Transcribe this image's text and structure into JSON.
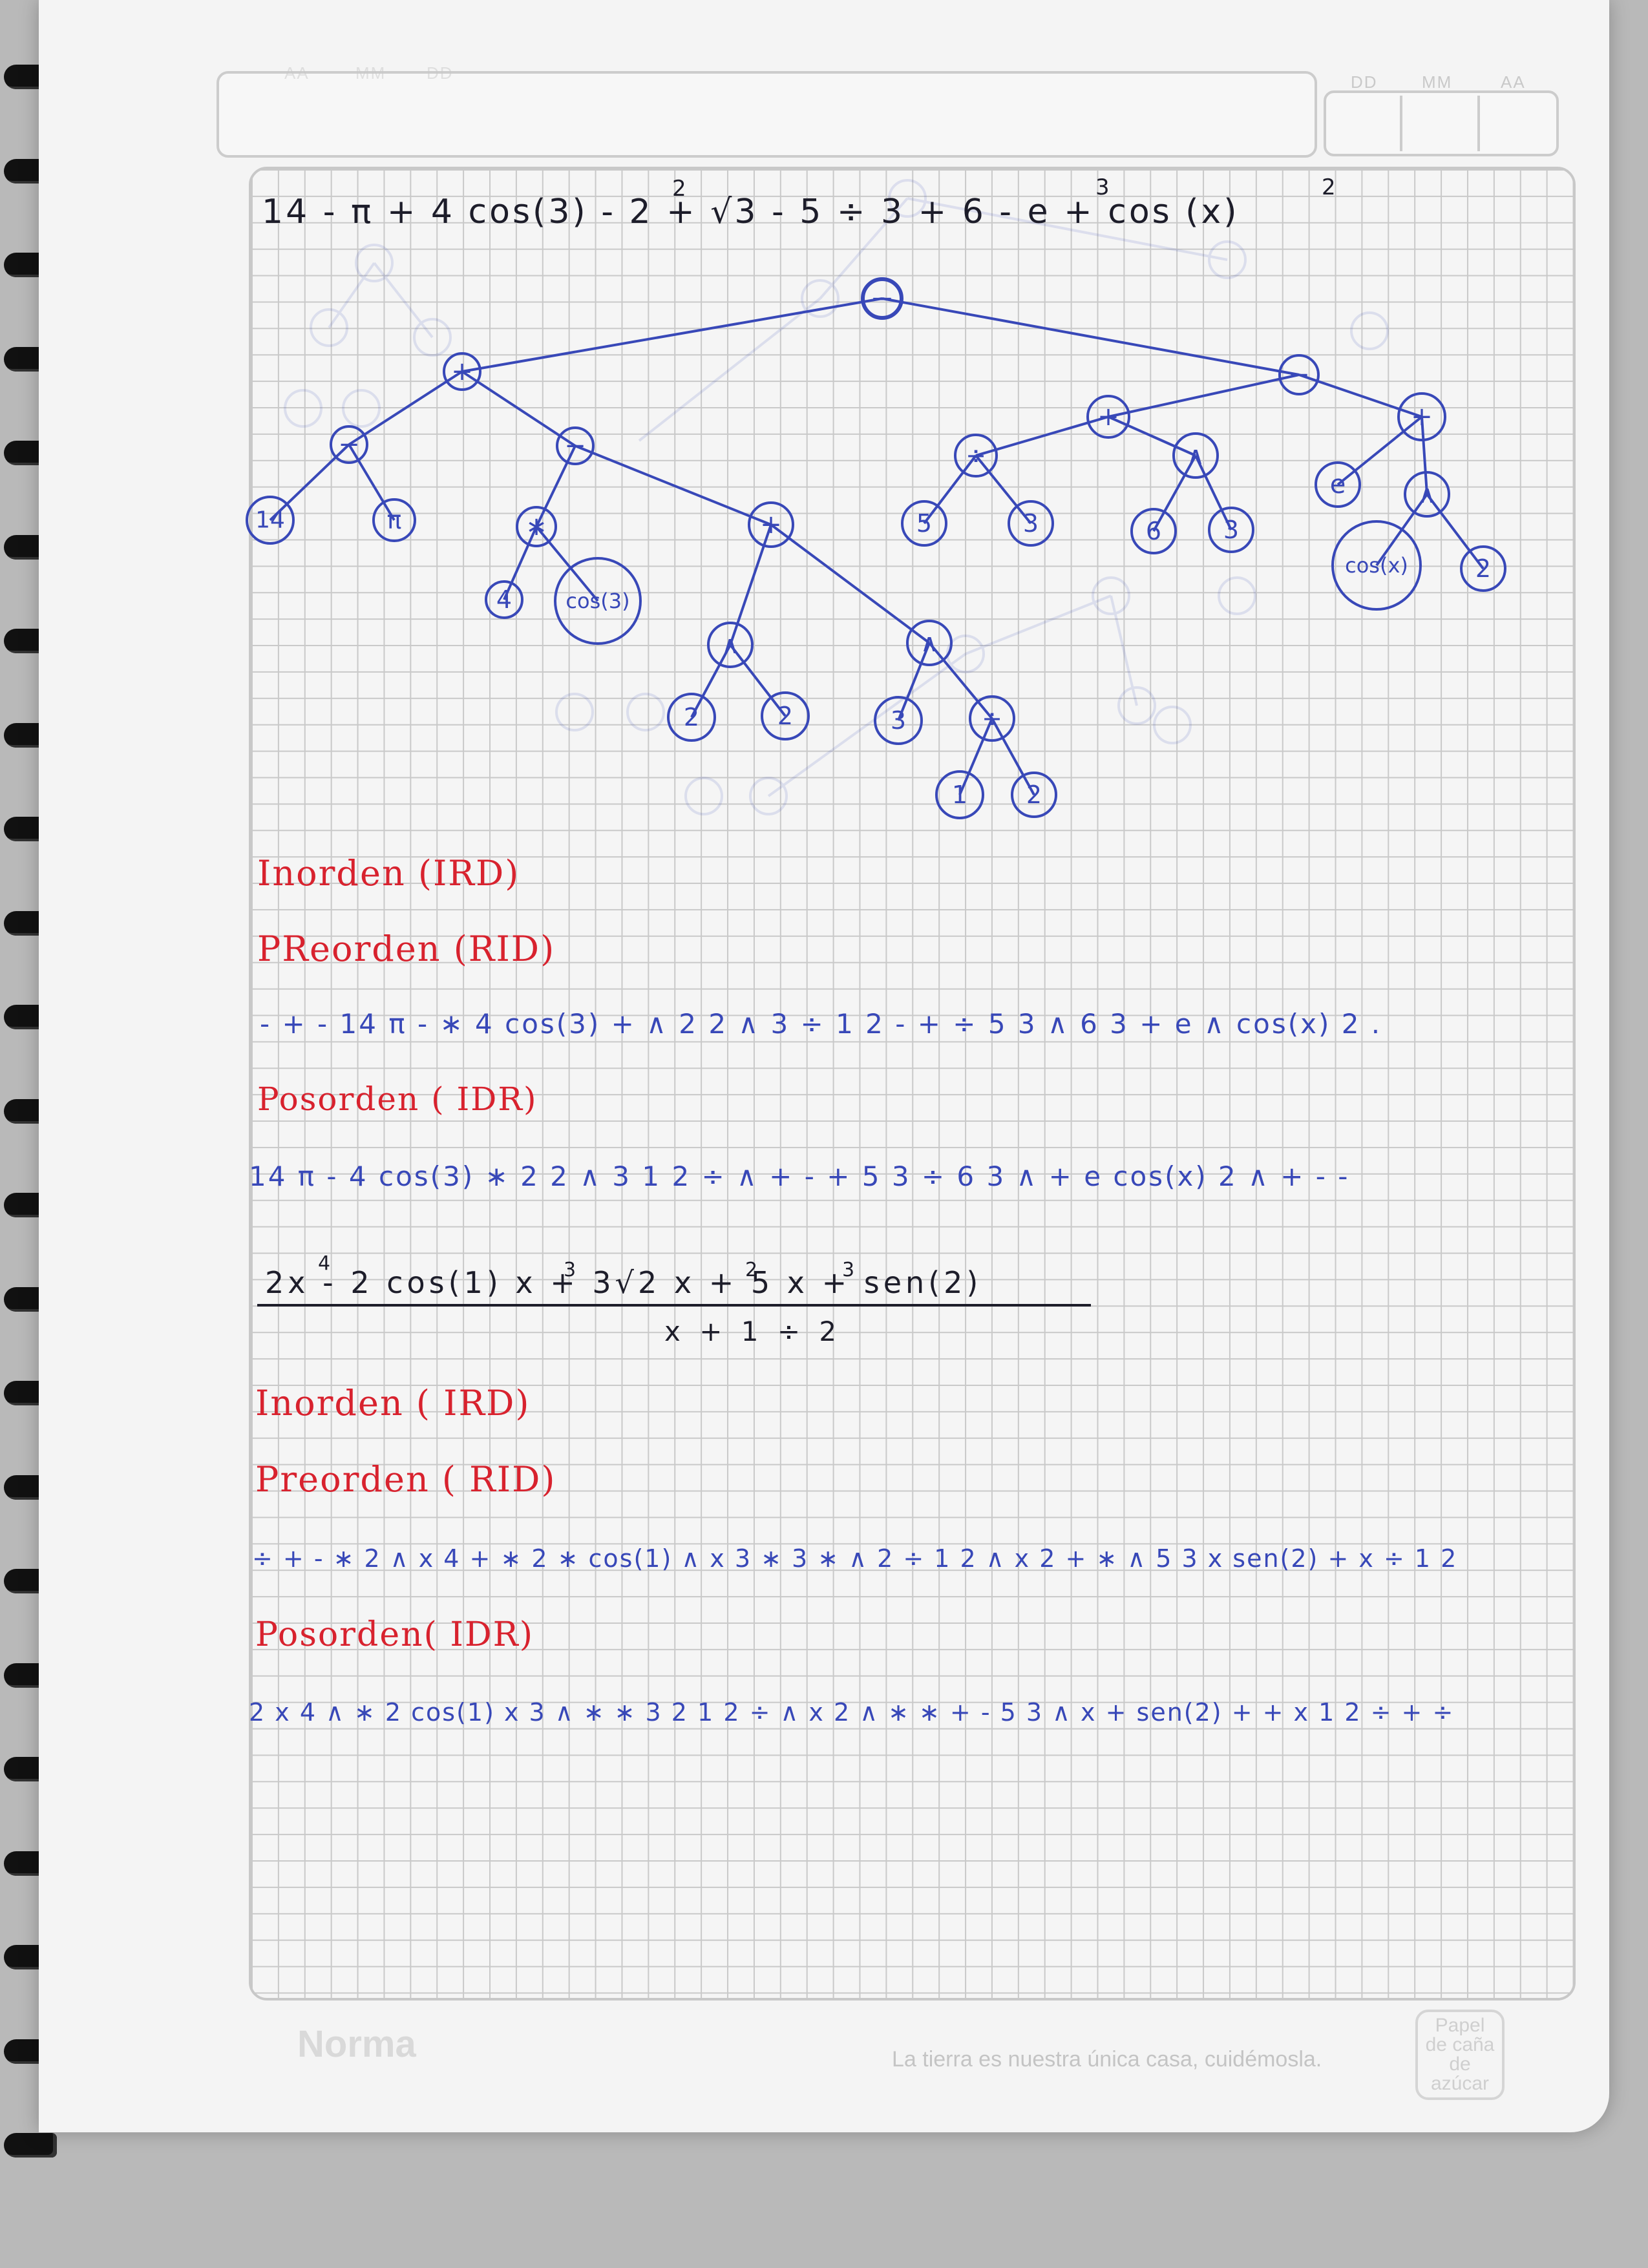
{
  "header": {
    "date_labels": [
      "DD",
      "MM",
      "AA"
    ],
    "faded_date_labels": [
      "AA",
      "MM",
      "DD"
    ]
  },
  "exercise1": {
    "expression": "14 - π + 4 cos(3) - 2 + √3 - 5 ÷ 3 + 6 - e + cos (x)",
    "exponents": [
      "2",
      "3",
      "2"
    ],
    "tree_nodes": {
      "root": "−",
      "n_plus_top": "+",
      "n_minus_right": "−",
      "n_minus_left": "−",
      "n_minus_mid": "−",
      "n_14": "14",
      "n_pi": "π",
      "n_star": "∗",
      "n_plus_mid": "+",
      "n_4": "4",
      "n_cos3": "cos(3)",
      "n_pow_a": "∧",
      "n_pow_b": "∧",
      "n_2a": "2",
      "n_2b": "2",
      "n_3a": "3",
      "n_div_a": "÷",
      "n_1": "1",
      "n_2c": "2",
      "n_div_b": "÷",
      "n_plus_r": "+",
      "n_5": "5",
      "n_3b": "3",
      "n_pow_c": "∧",
      "n_6": "6",
      "n_3c": "3",
      "n_plus_rr": "+",
      "n_e": "e",
      "n_pow_d": "∧",
      "n_cosx": "cos(x)",
      "n_2d": "2"
    },
    "inorder_label": "Inorden (IRD)",
    "preorder_label": "PReorden (RID)",
    "preorder": "- + - 14 π - ∗ 4 cos(3) + ∧ 2 2 ∧ 3 ÷ 1 2 - + ÷ 5 3 ∧ 6 3 + e ∧ cos(x) 2 .",
    "postorder_label": "Posorden ( IDR)",
    "postorder": "14 π - 4 cos(3) ∗ 2 2 ∧ 3 1 2 ÷ ∧ + - + 5 3 ÷ 6 3 ∧ + e cos(x) 2 ∧ + - -"
  },
  "exercise2": {
    "numerator": "2x - 2 cos(1) x + 3√2 x + 5 x + sen(2)",
    "numerator_exponents": [
      "4",
      "3",
      "2",
      "3"
    ],
    "denominator": "x + 1 ÷ 2",
    "inorder_label": "Inorden ( IRD)",
    "preorder_label": "Preorden ( RID)",
    "preorder": "÷ + - ∗ 2 ∧ x 4 + ∗ 2 ∗ cos(1) ∧ x 3 ∗ 3 ∗ ∧ 2 ÷ 1 2 ∧ x 2 + ∗ ∧ 5 3 x sen(2) + x ÷ 1 2",
    "postorder_label": "Posorden( IDR)",
    "postorder": "2 x 4 ∧ ∗ 2 cos(1) x 3 ∧ ∗ ∗ 3 2 1 2 ÷ ∧ x 2 ∧ ∗ ∗ + - 5 3 ∧ x + sen(2) + + x 1 2 ÷ + ÷"
  },
  "footer": {
    "brand": "Norma",
    "slogan": "La tierra es nuestra única casa, cuidémosla.",
    "logo": "Papel de caña de azúcar"
  },
  "colors": {
    "ink_blue": "#3848b8",
    "ink_red": "#d8222e",
    "ink_black": "#1d1d2a"
  }
}
